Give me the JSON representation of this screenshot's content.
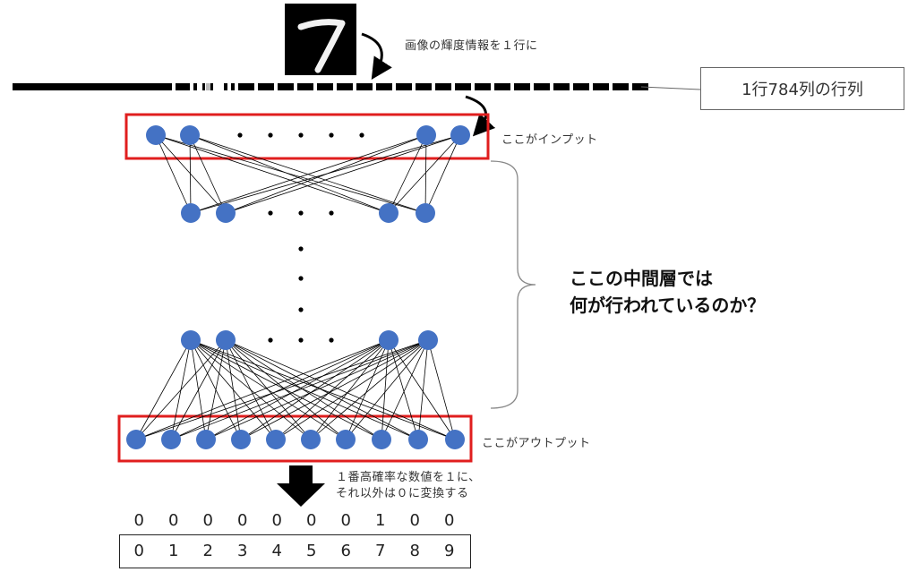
{
  "texts": {
    "row_caption": "画像の輝度情報を１行に",
    "matrix_callout": "1行784列の行列",
    "input_label": "ここがインプット",
    "output_label": "ここがアウトプット",
    "question_line1": "ここの中間層では",
    "question_line2": "何が行われているのか？",
    "convert_line1": "１番高確率な数値を１に、",
    "convert_line2": "それ以外は０に変換する"
  },
  "digit_image": {
    "digit": "7"
  },
  "onehot": {
    "values": [
      "0",
      "0",
      "0",
      "0",
      "0",
      "0",
      "0",
      "1",
      "0",
      "0"
    ],
    "labels": [
      "0",
      "1",
      "2",
      "3",
      "4",
      "5",
      "6",
      "7",
      "8",
      "9"
    ]
  },
  "colors": {
    "node": "#4472C4",
    "highlight_box": "#E01E1E",
    "line": "#000000"
  }
}
